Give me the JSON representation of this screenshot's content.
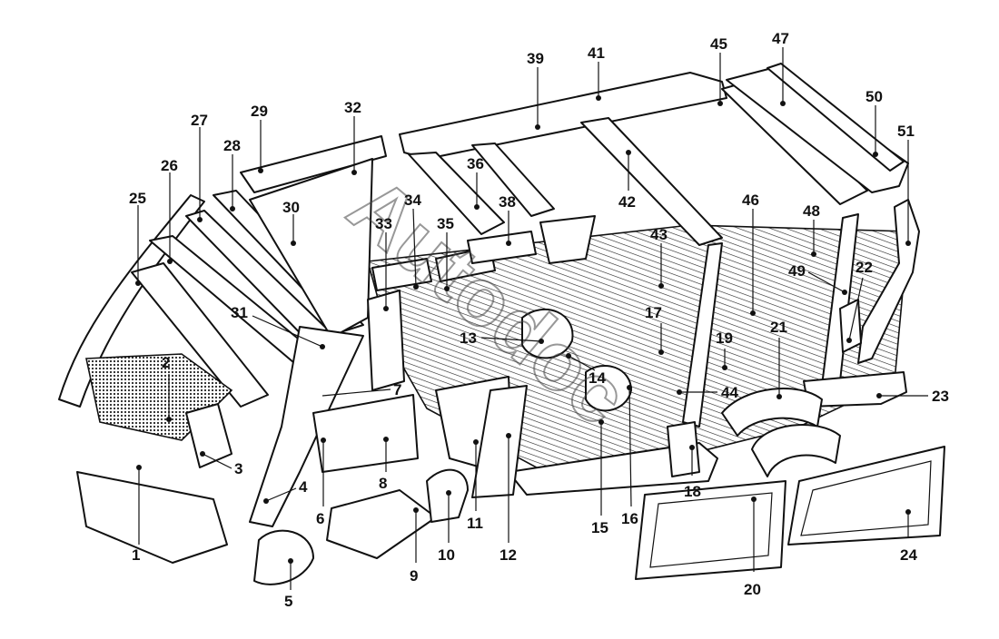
{
  "diagram": {
    "watermark": "Autodoc",
    "callouts": [
      {
        "id": "1",
        "label": "1"
      },
      {
        "id": "2",
        "label": "2"
      },
      {
        "id": "3",
        "label": "3"
      },
      {
        "id": "4",
        "label": "4"
      },
      {
        "id": "5",
        "label": "5"
      },
      {
        "id": "6",
        "label": "6"
      },
      {
        "id": "7",
        "label": "7"
      },
      {
        "id": "8",
        "label": "8"
      },
      {
        "id": "9",
        "label": "9"
      },
      {
        "id": "10",
        "label": "10"
      },
      {
        "id": "11",
        "label": "11"
      },
      {
        "id": "12",
        "label": "12"
      },
      {
        "id": "13",
        "label": "13"
      },
      {
        "id": "14",
        "label": "14"
      },
      {
        "id": "15",
        "label": "15"
      },
      {
        "id": "16",
        "label": "16"
      },
      {
        "id": "17",
        "label": "17"
      },
      {
        "id": "18",
        "label": "18"
      },
      {
        "id": "19",
        "label": "19"
      },
      {
        "id": "20",
        "label": "20"
      },
      {
        "id": "21",
        "label": "21"
      },
      {
        "id": "22",
        "label": "22"
      },
      {
        "id": "23",
        "label": "23"
      },
      {
        "id": "24",
        "label": "24"
      },
      {
        "id": "25",
        "label": "25"
      },
      {
        "id": "26",
        "label": "26"
      },
      {
        "id": "27",
        "label": "27"
      },
      {
        "id": "28",
        "label": "28"
      },
      {
        "id": "29",
        "label": "29"
      },
      {
        "id": "30",
        "label": "30"
      },
      {
        "id": "31",
        "label": "31"
      },
      {
        "id": "32",
        "label": "32"
      },
      {
        "id": "33",
        "label": "33"
      },
      {
        "id": "34",
        "label": "34"
      },
      {
        "id": "35",
        "label": "35"
      },
      {
        "id": "36",
        "label": "36"
      },
      {
        "id": "38",
        "label": "38"
      },
      {
        "id": "39",
        "label": "39"
      },
      {
        "id": "41",
        "label": "41"
      },
      {
        "id": "42",
        "label": "42"
      },
      {
        "id": "43",
        "label": "43"
      },
      {
        "id": "44",
        "label": "44"
      },
      {
        "id": "45",
        "label": "45"
      },
      {
        "id": "46",
        "label": "46"
      },
      {
        "id": "47",
        "label": "47"
      },
      {
        "id": "48",
        "label": "48"
      },
      {
        "id": "49",
        "label": "49"
      },
      {
        "id": "50",
        "label": "50"
      },
      {
        "id": "51",
        "label": "51"
      }
    ]
  }
}
